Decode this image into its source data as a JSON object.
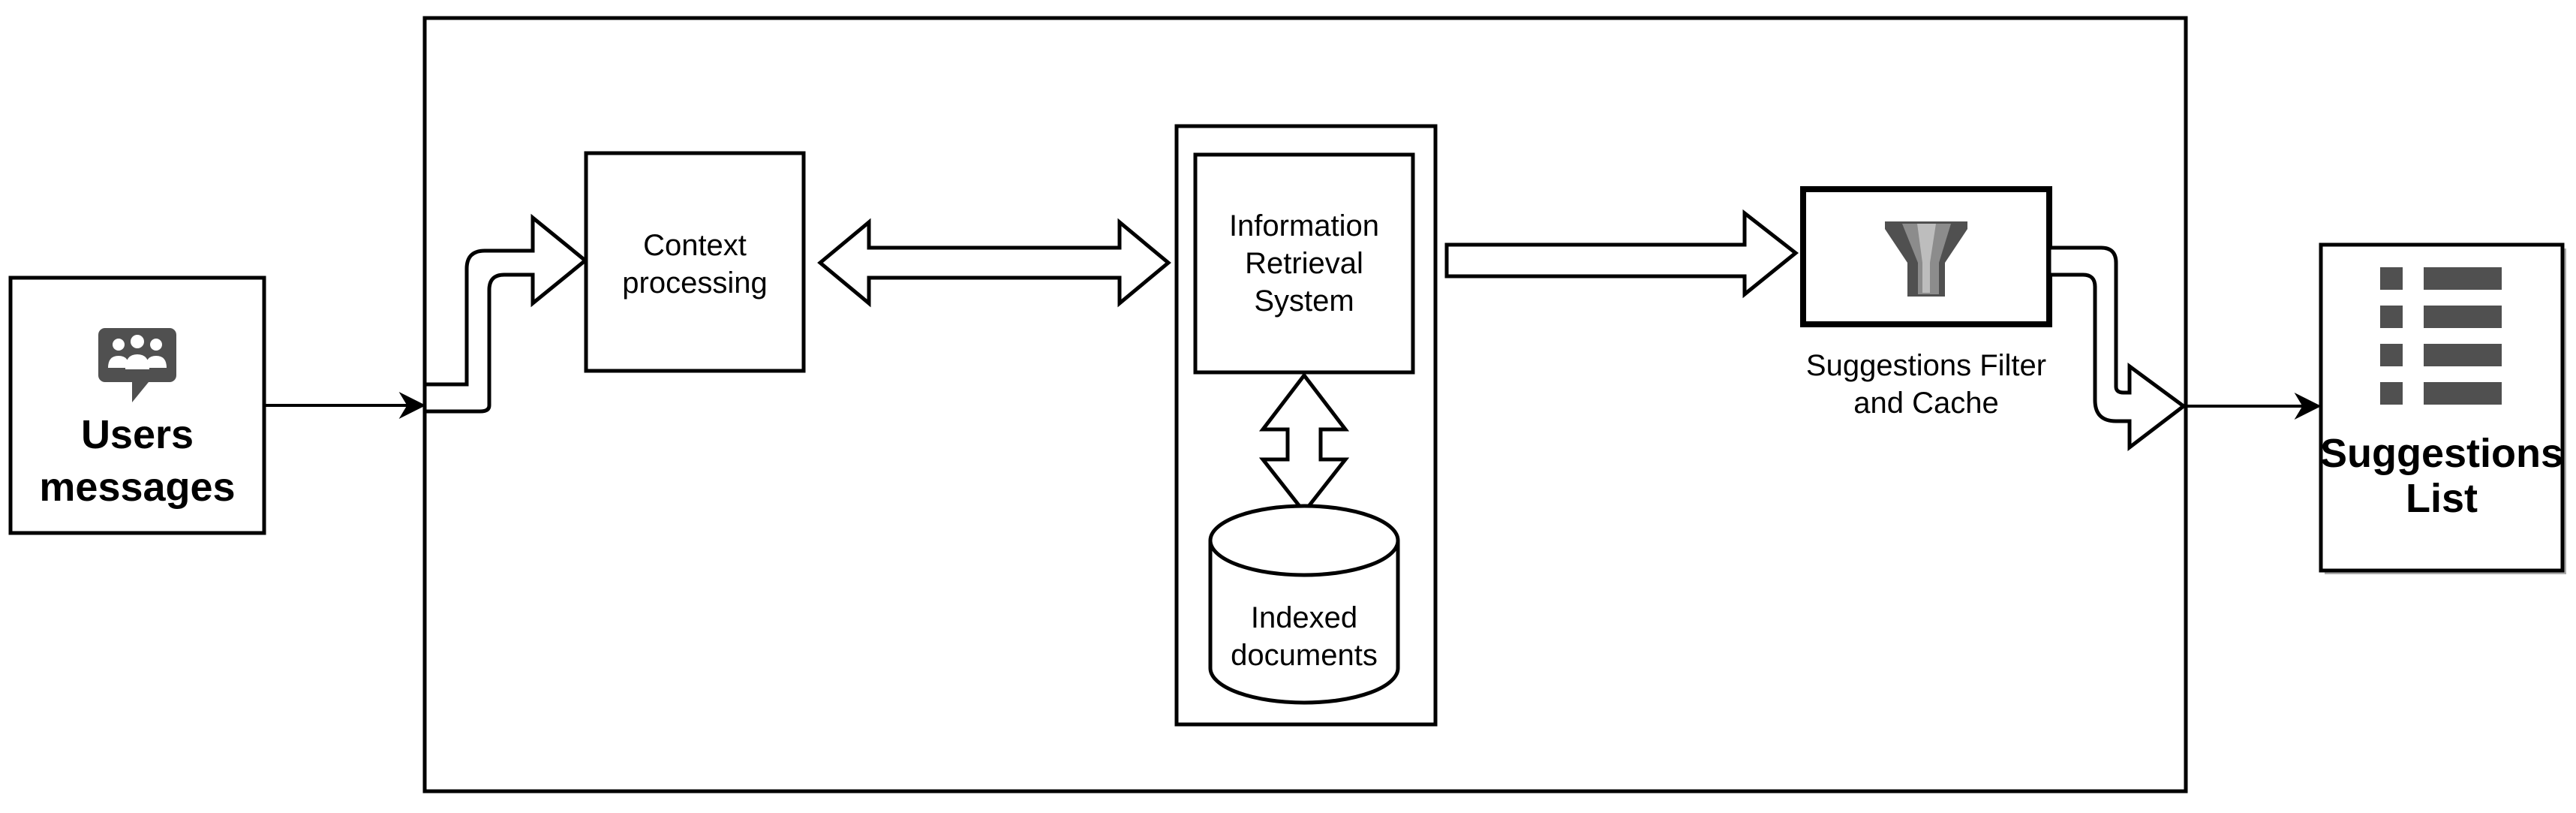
{
  "nodes": {
    "users_messages": [
      "Users",
      "messages"
    ],
    "context_processing": [
      "Context",
      "processing"
    ],
    "information_retrieval": [
      "Information",
      "Retrieval",
      "System"
    ],
    "indexed_documents": [
      "Indexed",
      "documents"
    ],
    "suggestions_filter": [
      "Suggestions Filter",
      "and Cache"
    ],
    "suggestions_list": [
      "Suggestions",
      "List"
    ]
  },
  "icons": {
    "users": "users-chat-icon",
    "filter": "funnel-filter-icon",
    "list": "list-icon"
  },
  "colors": {
    "icon_dark": "#505050",
    "icon_mid": "#8c8c8c",
    "icon_light": "#bdbdbd",
    "shadow": "#aaaaaa"
  }
}
